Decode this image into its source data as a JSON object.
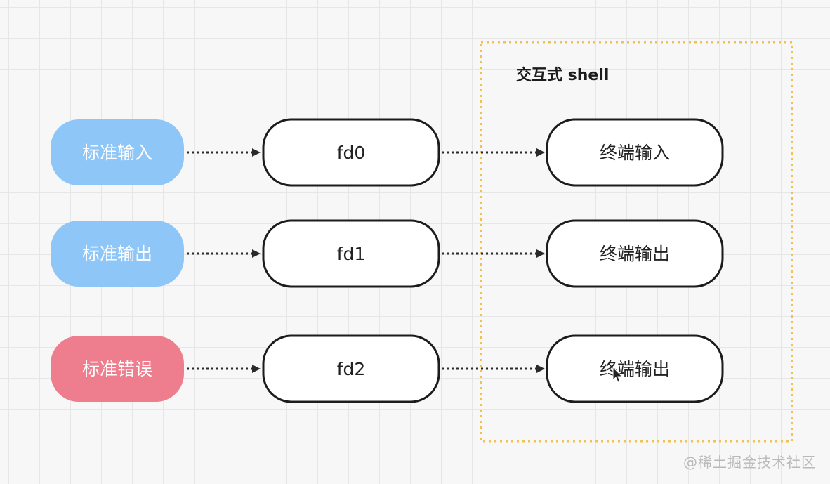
{
  "container": {
    "label": "交互式 shell",
    "border_color": "#f2c14e"
  },
  "colors": {
    "stream_blue": "#8ec6f8",
    "stream_red": "#ee7e8e",
    "stroke": "#1c1c1c",
    "arrow": "#2a2a2a"
  },
  "rows": [
    {
      "stream": "标准输入",
      "fd": "fd0",
      "terminal": "终端输入",
      "color": "#8ec6f8"
    },
    {
      "stream": "标准输出",
      "fd": "fd1",
      "terminal": "终端输出",
      "color": "#8ec6f8"
    },
    {
      "stream": "标准错误",
      "fd": "fd2",
      "terminal": "终端输出",
      "color": "#ee7e8e"
    }
  ],
  "watermark": "@稀土掘金技术社区"
}
